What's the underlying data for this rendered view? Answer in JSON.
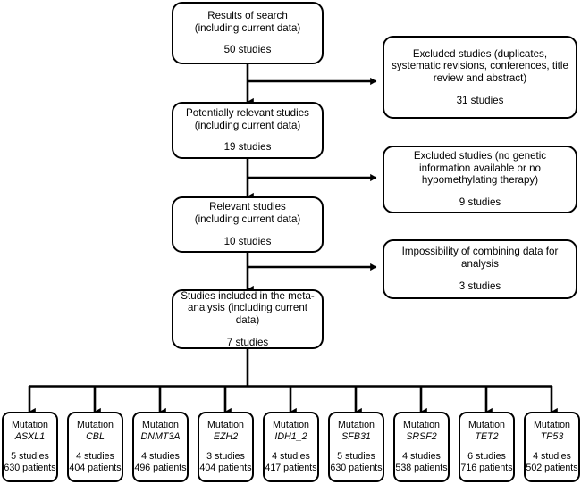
{
  "diagram": {
    "type": "prisma-flow-diagram",
    "line_color": "#000000",
    "background": "#ffffff",
    "main_nodes": [
      {
        "id": "results-of-search",
        "title": "Results of search\n(including current data)",
        "count": "50 studies"
      },
      {
        "id": "potentially-relevant-studies",
        "title": "Potentially relevant studies\n(including current data)",
        "count": "19 studies"
      },
      {
        "id": "relevant-studies",
        "title": "Relevant studies\n(including current data)",
        "count": "10 studies"
      },
      {
        "id": "studies-included",
        "title": "Studies included in the meta-\nanalysis (including current data)",
        "count": "7 studies"
      }
    ],
    "excluded_nodes": [
      {
        "id": "excluded-duplicates",
        "title": "Excluded studies (duplicates, systematic revisions, conferences, title review and abstract)",
        "count": "31 studies"
      },
      {
        "id": "excluded-no-genetic-info",
        "title": "Excluded studies (no genetic information available or no hypomethylating therapy)",
        "count": "9 studies"
      },
      {
        "id": "impossibility-combining",
        "title": "Impossibility of combining data for analysis",
        "count": "3 studies"
      }
    ],
    "mutation_nodes": [
      {
        "id": "mutation-asxl1",
        "label": "Mutation",
        "gene": "ASXL1",
        "studies": "5 studies",
        "patients": "630 patients"
      },
      {
        "id": "mutation-cbl",
        "label": "Mutation",
        "gene": "CBL",
        "studies": "4 studies",
        "patients": "404 patients"
      },
      {
        "id": "mutation-dnmt3a",
        "label": "Mutation",
        "gene": "DNMT3A",
        "studies": "4 studies",
        "patients": "496 patients"
      },
      {
        "id": "mutation-ezh2",
        "label": "Mutation",
        "gene": "EZH2",
        "studies": "3 studies",
        "patients": "404 patients"
      },
      {
        "id": "mutation-idh1_2",
        "label": "Mutation",
        "gene": "IDH1_2",
        "studies": "4 studies",
        "patients": "417 patients"
      },
      {
        "id": "mutation-sfb31",
        "label": "Mutation",
        "gene": "SFB31",
        "studies": "5 studies",
        "patients": "630 patients"
      },
      {
        "id": "mutation-srsf2",
        "label": "Mutation",
        "gene": "SRSF2",
        "studies": "4 studies",
        "patients": "538 patients"
      },
      {
        "id": "mutation-tet2",
        "label": "Mutation",
        "gene": "TET2",
        "studies": "6 studies",
        "patients": "716 patients"
      },
      {
        "id": "mutation-tp53",
        "label": "Mutation",
        "gene": "TP53",
        "studies": "4 studies",
        "patients": "502 patients"
      }
    ]
  }
}
